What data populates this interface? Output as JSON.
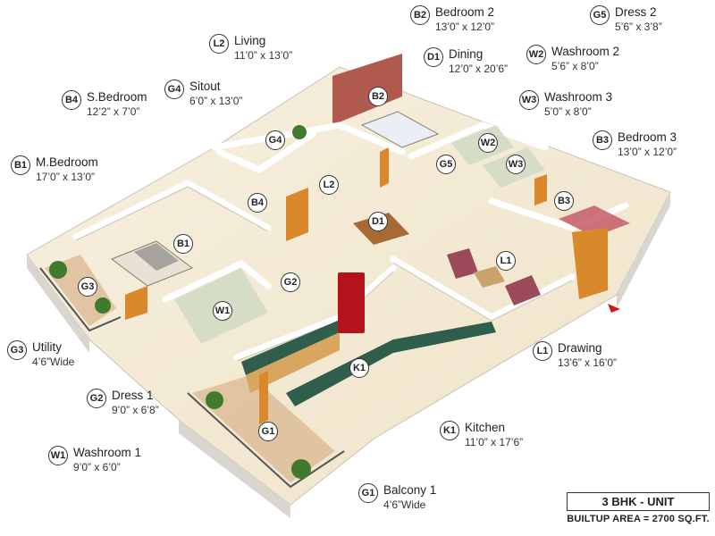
{
  "rooms": [
    {
      "code": "B2",
      "name": "Bedroom 2",
      "size": "13’0” x 12’0”"
    },
    {
      "code": "G5",
      "name": "Dress 2",
      "size": "5’6” x 3’8”"
    },
    {
      "code": "L2",
      "name": "Living",
      "size": "11’0” x 13’0”"
    },
    {
      "code": "D1",
      "name": "Dining",
      "size": "12’0” x 20’6”"
    },
    {
      "code": "W2",
      "name": "Washroom 2",
      "size": "5’6” x 8’0”"
    },
    {
      "code": "B4",
      "name": "S.Bedroom",
      "size": "12’2” x 7’0”"
    },
    {
      "code": "G4",
      "name": "Sitout",
      "size": "6’0” x 13’0”"
    },
    {
      "code": "W3",
      "name": "Washroom 3",
      "size": "5’0” x 8’0”"
    },
    {
      "code": "B3",
      "name": "Bedroom 3",
      "size": "13’0” x 12’0”"
    },
    {
      "code": "B1",
      "name": "M.Bedroom",
      "size": "17’0” x 13’0”"
    },
    {
      "code": "G3",
      "name": "Utility",
      "size": "4’6”Wide"
    },
    {
      "code": "L1",
      "name": "Drawing",
      "size": "13’6” x 16’0”"
    },
    {
      "code": "G2",
      "name": "Dress 1",
      "size": "9’0” x 6’8”"
    },
    {
      "code": "K1",
      "name": "Kitchen",
      "size": "11’0” x 17’6”"
    },
    {
      "code": "W1",
      "name": "Washroom 1",
      "size": "9’0” x 6’0”"
    },
    {
      "code": "G1",
      "name": "Balcony 1",
      "size": "4’6”Wide"
    }
  ],
  "unit_label": "3 BHK - UNIT",
  "builtup_area": "BUILTUP AREA = 2700 SQ.FT.",
  "colors": {
    "floor": "#f3ead6",
    "wall": "#ffffff",
    "wall_side": "#d9d6d0",
    "accent_wall": "#b05a4e",
    "wood": "#d9892c",
    "kitchen_counter": "#2f5e4c",
    "fridge": "#b5121b",
    "entry_arrow": "#d21919"
  }
}
